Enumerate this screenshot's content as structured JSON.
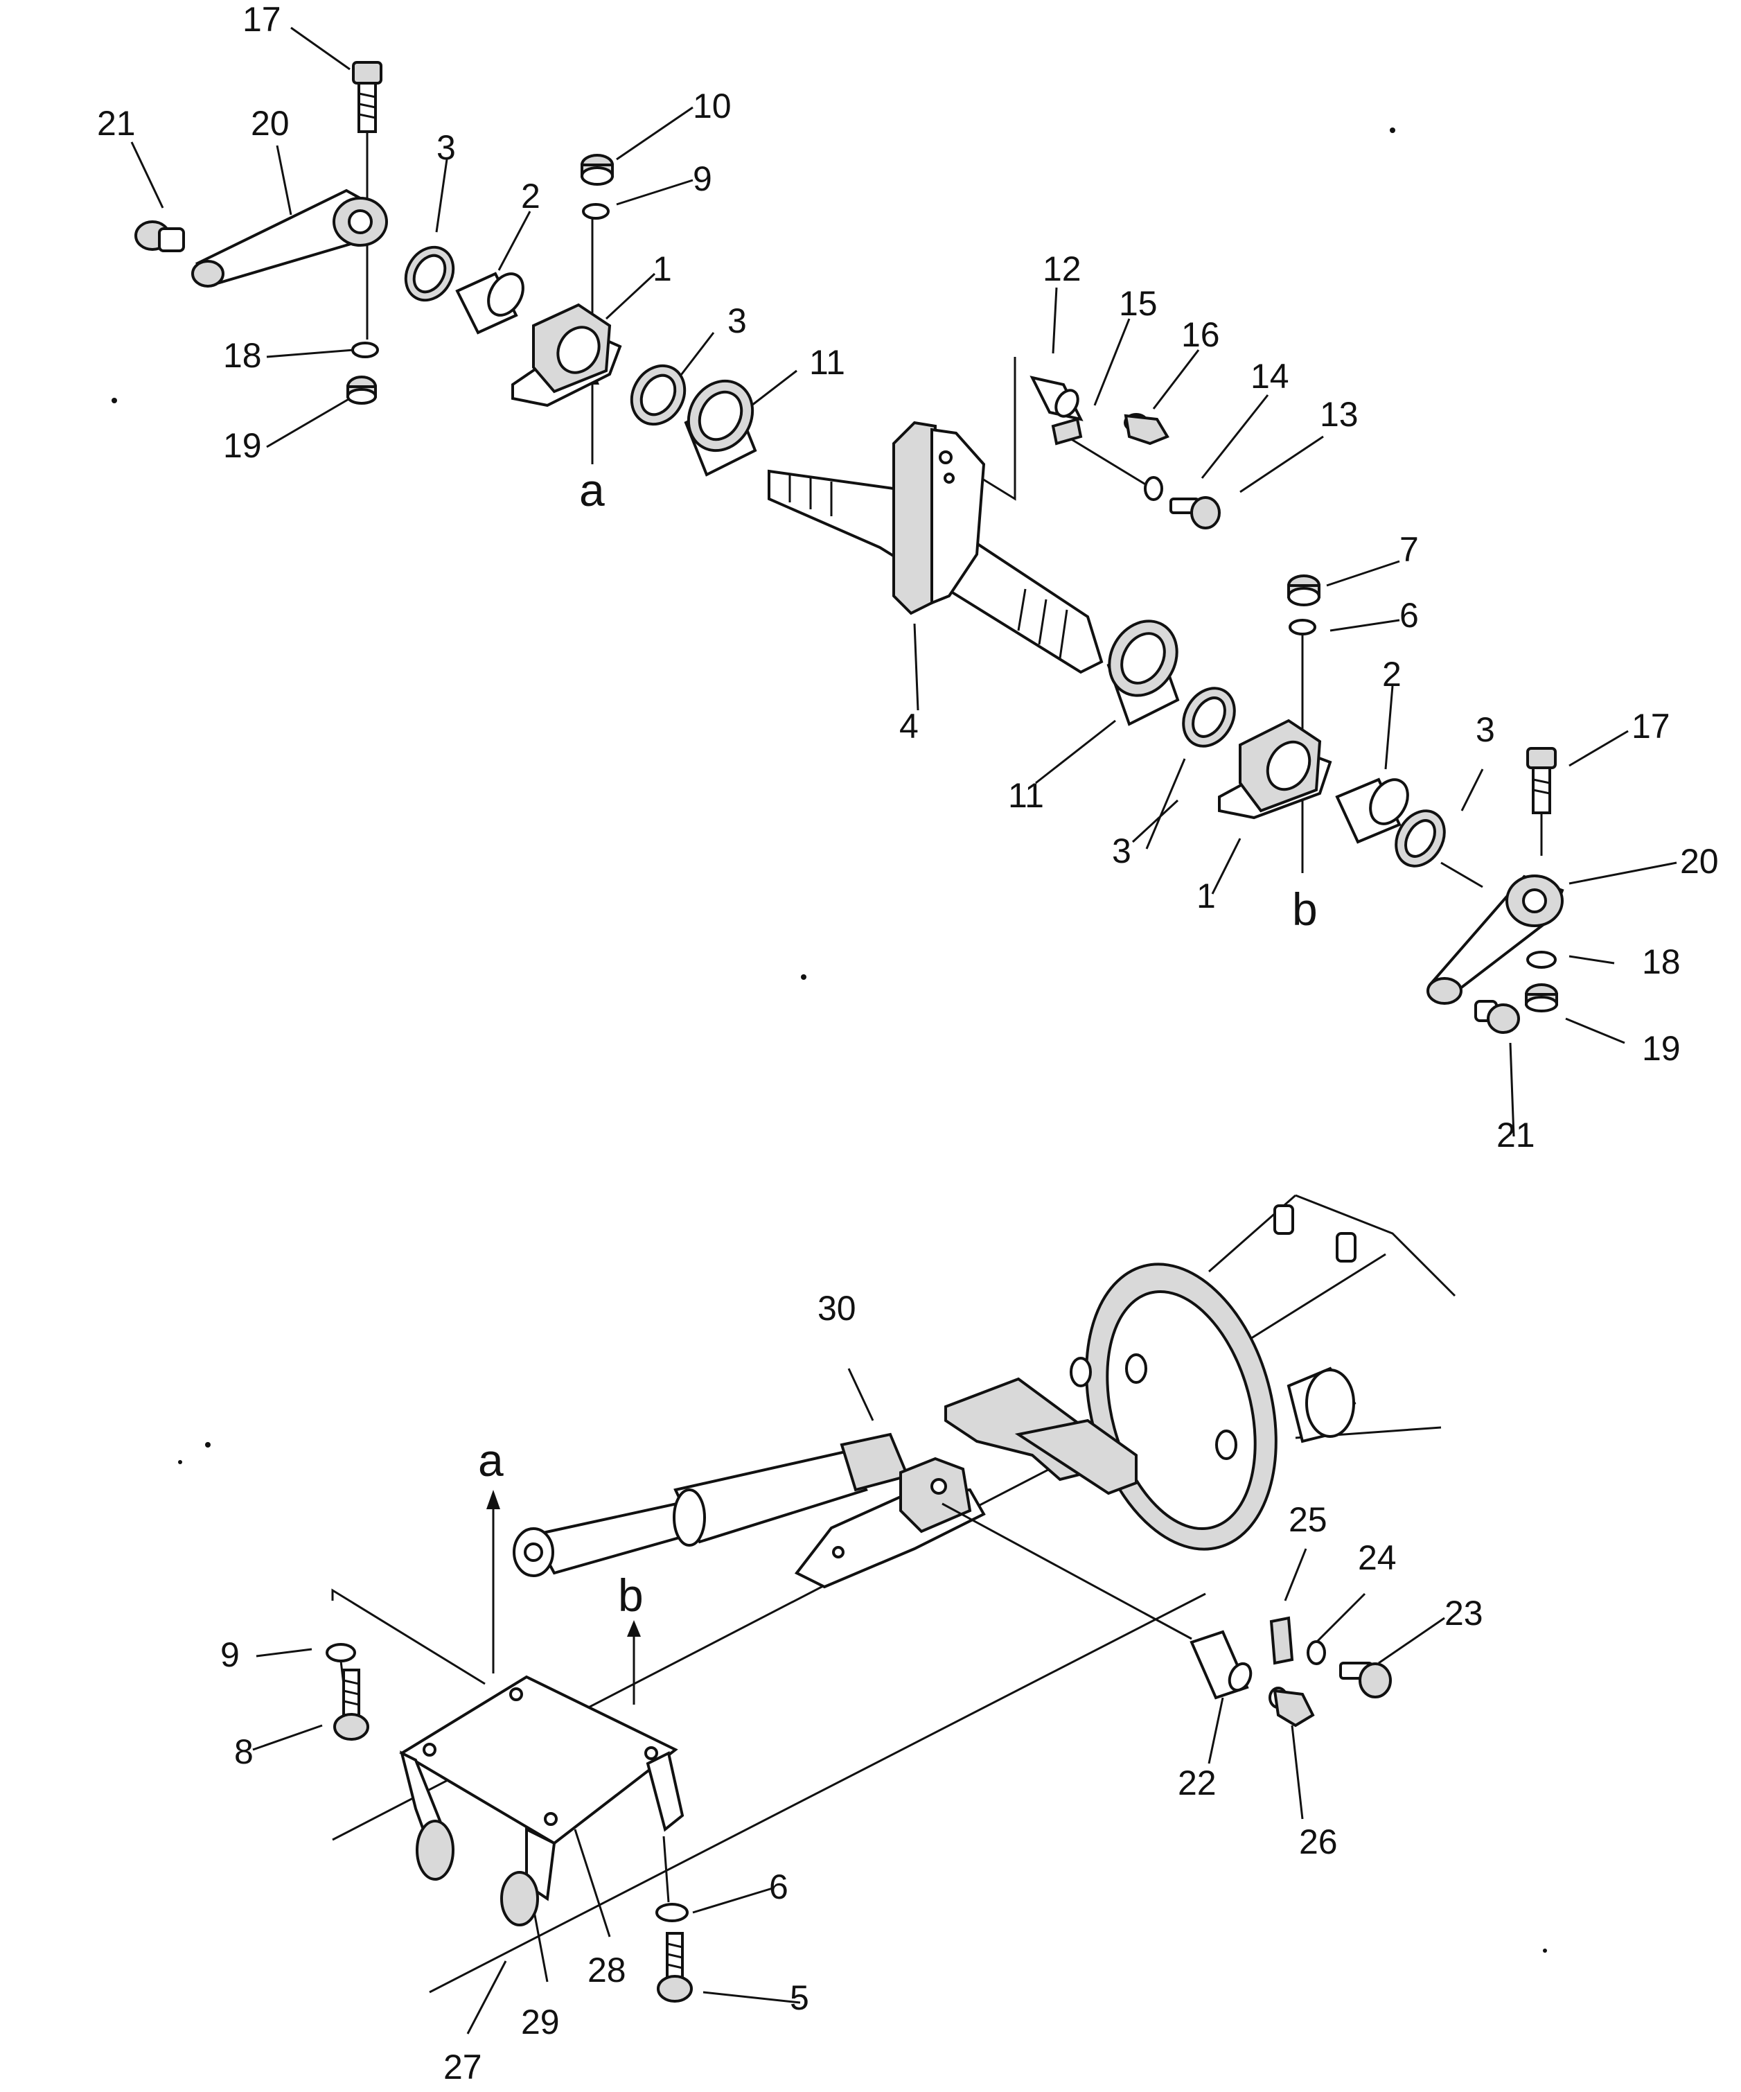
{
  "labels_top": {
    "l17a": "17",
    "l21a": "21",
    "l20a": "20",
    "l3a": "3",
    "l2a": "2",
    "l10": "10",
    "l9a": "9",
    "l1a": "1",
    "l18a": "18",
    "l19a": "19",
    "l3b": "3",
    "l11a": "11",
    "l12": "12",
    "l15": "15",
    "l16": "16",
    "l14": "14",
    "l13": "13",
    "l4": "4",
    "l7": "7",
    "l6a": "6",
    "l2b": "2",
    "l3c": "3",
    "l17b": "17",
    "l20b": "20",
    "l18b": "18",
    "l19b": "19",
    "l21b": "21",
    "l11b": "11",
    "l3d": "3",
    "l1b": "1"
  },
  "labels_bottom": {
    "l30": "30",
    "l25": "25",
    "l24": "24",
    "l23": "23",
    "l9b": "9",
    "l8": "8",
    "l22": "22",
    "l26": "26",
    "l6b": "6",
    "l5": "5",
    "l28": "28",
    "l29": "29",
    "l27": "27"
  },
  "markers": {
    "a1": "a",
    "b1": "b",
    "a2": "a",
    "b2": "b"
  }
}
